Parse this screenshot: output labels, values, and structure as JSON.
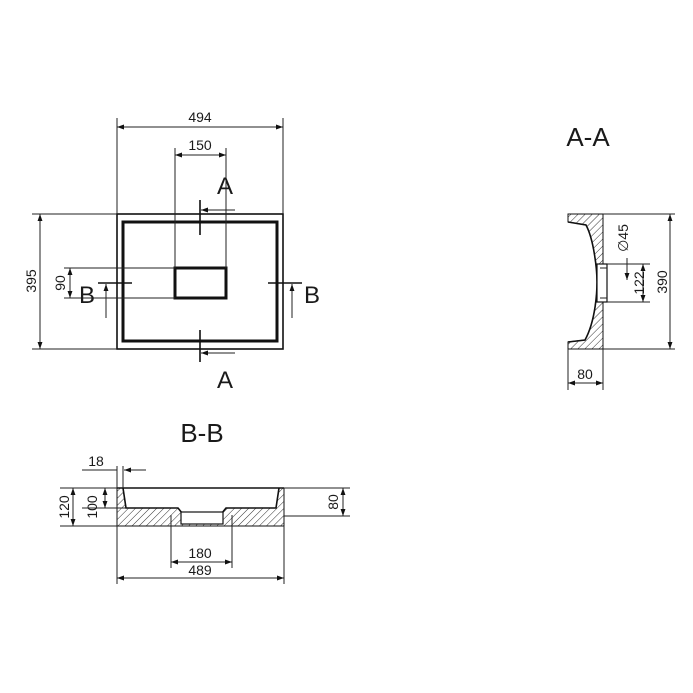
{
  "plan_view": {
    "width_dim": "494",
    "drain_width_dim": "150",
    "height_dim": "395",
    "drain_height_dim": "90",
    "section_a_top": "A",
    "section_a_bottom": "A",
    "section_b_left": "B",
    "section_b_right": "B"
  },
  "section_aa": {
    "title": "A-A",
    "drain_diameter": "∅45",
    "drain_height": "122",
    "overall_height": "390",
    "depth": "80"
  },
  "section_bb": {
    "title": "B-B",
    "rim_thickness": "18",
    "outer_height": "120",
    "inner_depth": "100",
    "side_height": "80",
    "drain_width": "180",
    "overall_width": "489"
  }
}
